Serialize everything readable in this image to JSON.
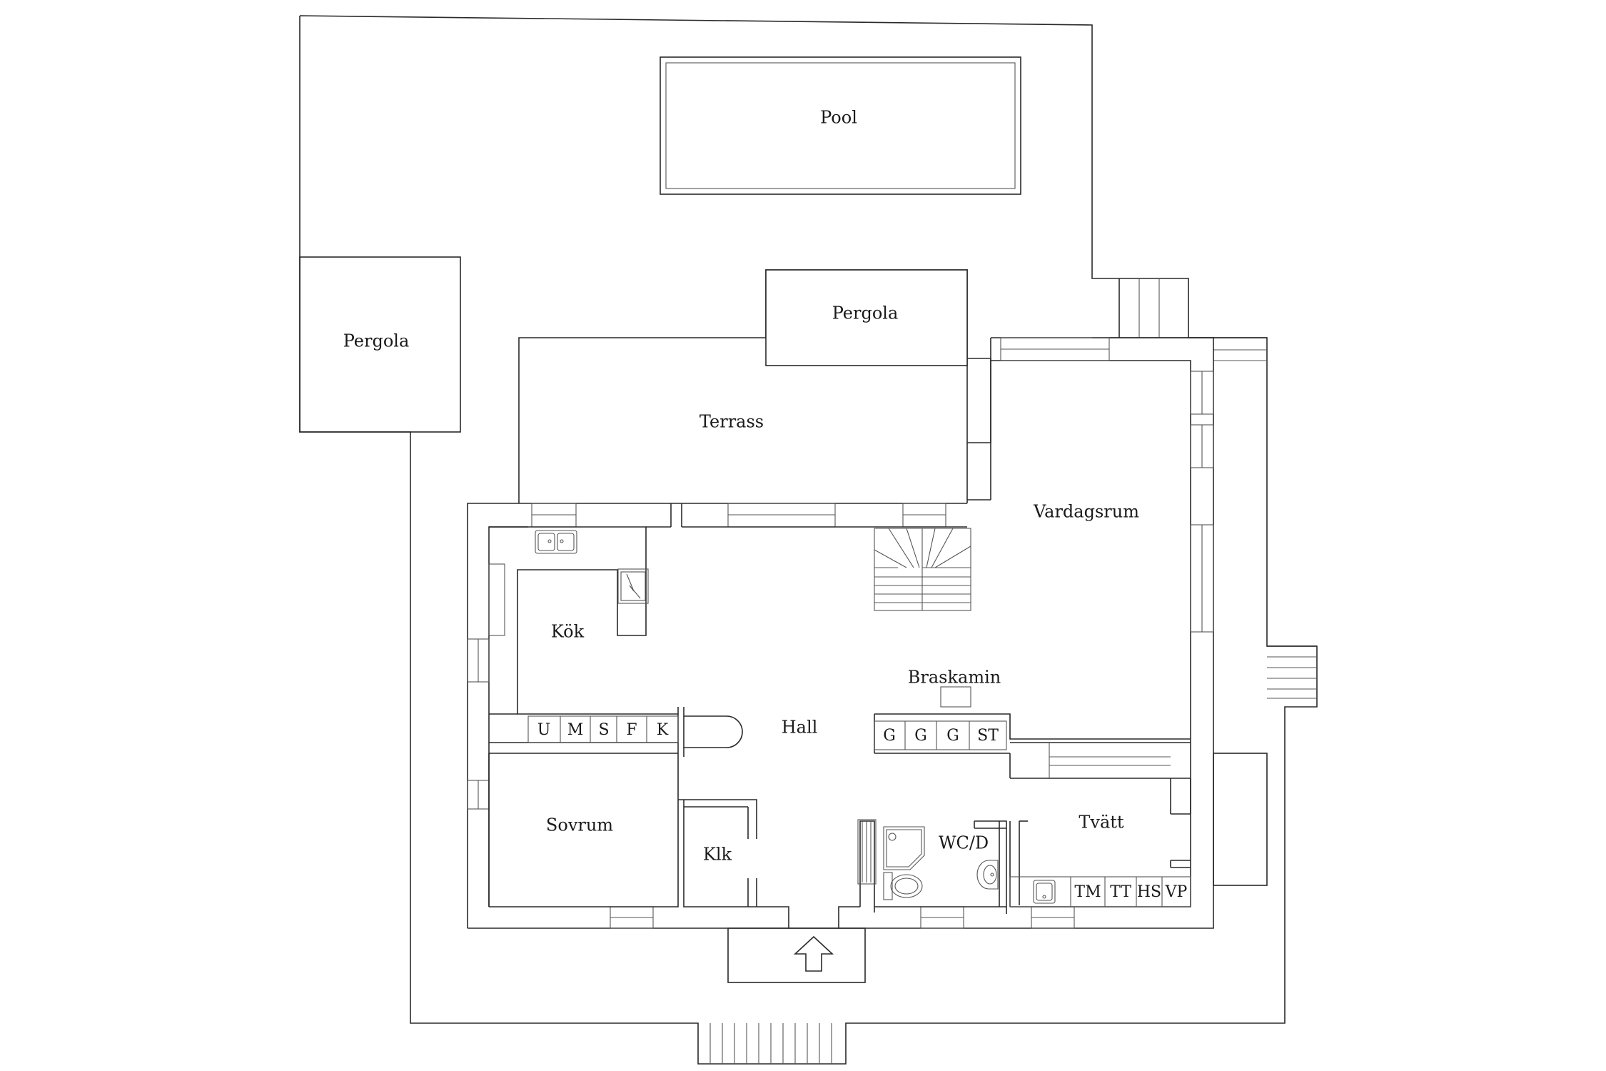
{
  "rooms": {
    "pool": "Pool",
    "pergola_left": "Pergola",
    "pergola_center": "Pergola",
    "terrass": "Terrass",
    "vardagsrum": "Vardagsrum",
    "kok": "Kök",
    "braskamin": "Braskamin",
    "hall": "Hall",
    "sovrum": "Sovrum",
    "klk": "Klk",
    "wcd": "WC/D",
    "tvatt": "Tvätt"
  },
  "kitchen_units": [
    "U",
    "M",
    "S",
    "F",
    "K"
  ],
  "wardrobe_units": [
    "G",
    "G",
    "G",
    "ST"
  ],
  "laundry_units": [
    "TM",
    "TT",
    "HS",
    "VP"
  ],
  "icons": {
    "entrance": "arrow-up-icon",
    "stairs": "staircase-icon",
    "sink": "sink-icon",
    "stove": "stove-icon",
    "toilet": "toilet-icon",
    "shower": "shower-icon",
    "washbasin": "washbasin-icon",
    "radiator": "radiator-icon"
  },
  "colors": {
    "line": "#2a2a2a",
    "background": "#ffffff"
  }
}
